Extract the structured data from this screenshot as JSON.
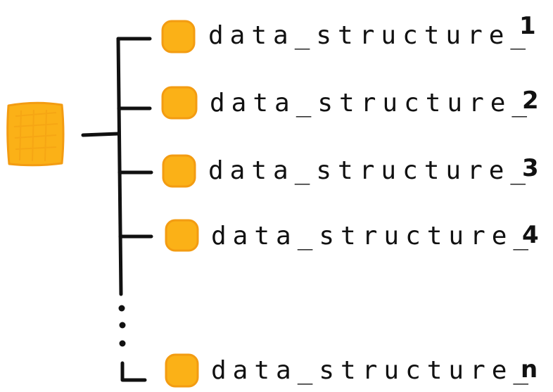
{
  "diagram": {
    "colors": {
      "node_fill": "#FBB117",
      "node_stroke": "#F39C12",
      "line": "#111111"
    },
    "root": {
      "shape": "square",
      "color": "#FBB117"
    },
    "items": [
      {
        "label": "data_structure_",
        "index": "1"
      },
      {
        "label": "data_structure_",
        "index": "2"
      },
      {
        "label": "data_structure_",
        "index": "3"
      },
      {
        "label": "data_structure_",
        "index": "4"
      },
      {
        "label": "data_structure_",
        "index": "n"
      }
    ],
    "ellipsis": "vertical-dots"
  }
}
